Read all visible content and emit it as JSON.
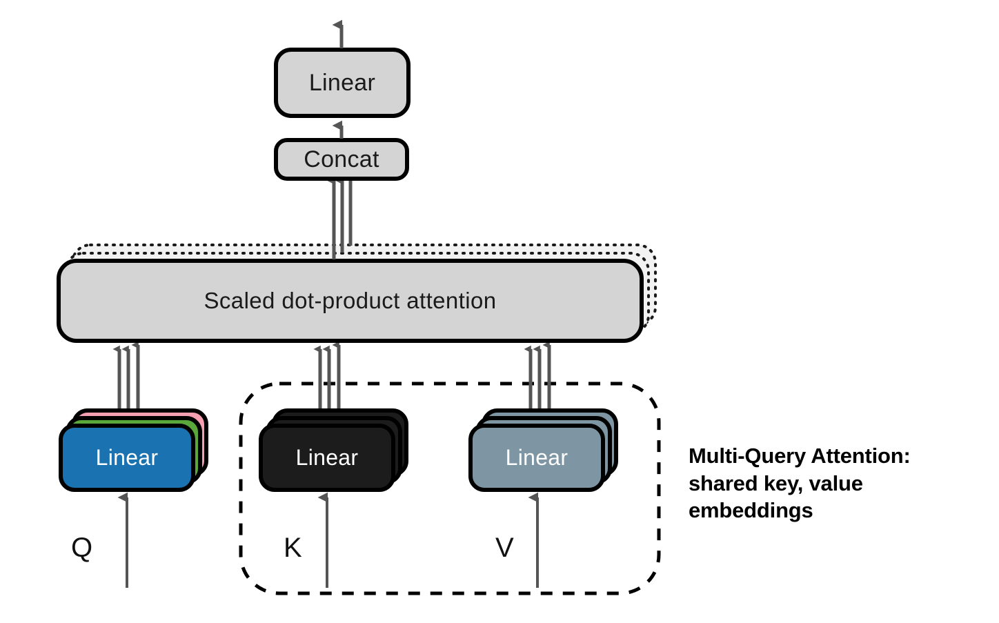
{
  "diagram": {
    "title": "Multi-Query Attention",
    "caption": {
      "line1": "Multi-Query Attention:",
      "line2": "shared key, value",
      "line3": "embeddings"
    },
    "nodes": {
      "output_linear": {
        "label": "Linear"
      },
      "concat": {
        "label": "Concat"
      },
      "attention": {
        "label": "Scaled dot-product attention"
      },
      "query_linear": {
        "label": "Linear"
      },
      "key_linear": {
        "label": "Linear"
      },
      "value_linear": {
        "label": "Linear"
      }
    },
    "inputs": {
      "query": "Q",
      "key": "K",
      "value": "V"
    },
    "colors": {
      "gray_fill": "#d4d4d4",
      "outline": "#000000",
      "arrow": "#555555",
      "query_front": "#1b72b0",
      "query_mid": "#5aa83c",
      "query_back": "#f4a0b0",
      "key_fill": "#1c1c1c",
      "value_fill": "#7e95a3",
      "dashed_group": "#000000",
      "text_light": "#ffffff",
      "text_dark": "#1a1a1a"
    },
    "groups": {
      "shared_kv": "dashed group around K and V"
    }
  }
}
